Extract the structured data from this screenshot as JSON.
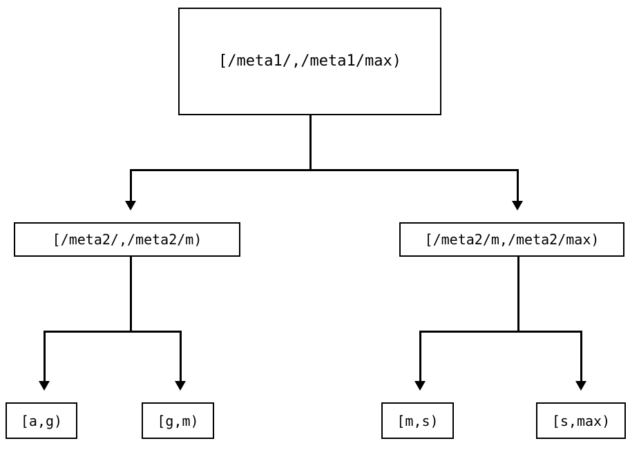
{
  "diagram": {
    "type": "tree",
    "orientation": "top-down",
    "background_color": "#ffffff",
    "line_color": "#000000",
    "text_color": "#000000",
    "root": {
      "label": "[/meta1/,/meta1/max)"
    },
    "level2": [
      {
        "label": "[/meta2/,/meta2/m)"
      },
      {
        "label": "[/meta2/m,/meta2/max)"
      }
    ],
    "leaves": [
      {
        "label": "[a,g)"
      },
      {
        "label": "[g,m)"
      },
      {
        "label": "[m,s)"
      },
      {
        "label": "[s,max)"
      }
    ]
  }
}
